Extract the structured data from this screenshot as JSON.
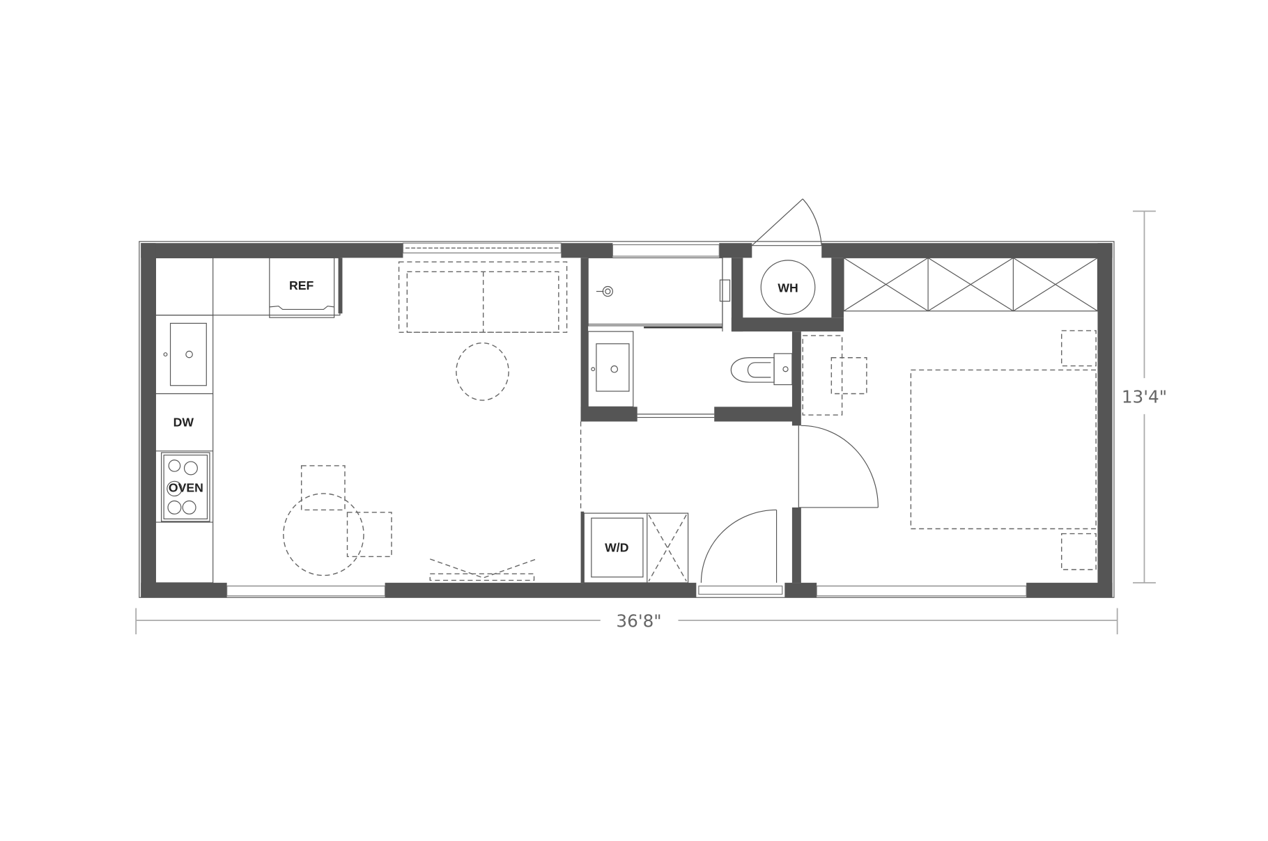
{
  "plan": {
    "labels": {
      "ref": "REF",
      "dw": "DW",
      "oven": "OVEN",
      "wd": "W/D",
      "wh": "WH"
    },
    "dimensions": {
      "width": "36'8\"",
      "depth": "13'4\""
    },
    "colors": {
      "wall": "#555555",
      "line": "#555555",
      "dimension": "#999999"
    }
  }
}
